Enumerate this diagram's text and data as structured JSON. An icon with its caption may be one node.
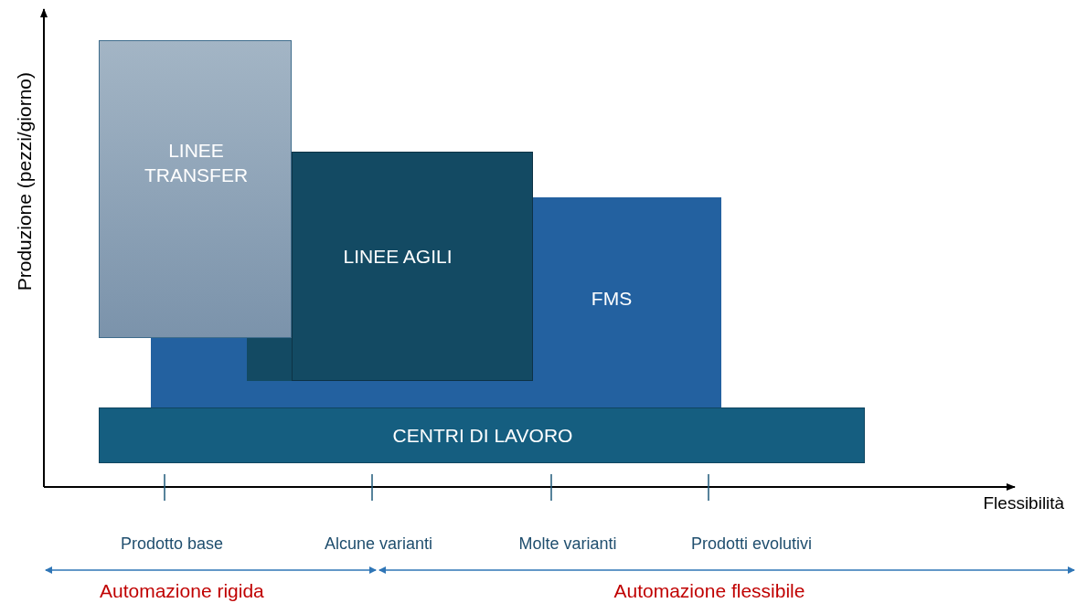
{
  "diagram": {
    "nodes": [
      {
        "text": [
          "LINEE TRANSFER"
        ]
      },
      {
        "text": [
          "LINEE AGILI"
        ]
      },
      {
        "text": [
          "FMS"
        ]
      },
      {
        "text": [
          "CENTRI DI LAVORO"
        ]
      }
    ],
    "edges": [],
    "labels": [
      "Produzione (pezzi/giorno)",
      "Flessibilità",
      "Prodotto base",
      "Alcune varianti",
      "Molte varianti",
      "Prodotti evolutivi",
      "Automazione rigida",
      "Automazione flessibile"
    ]
  }
}
